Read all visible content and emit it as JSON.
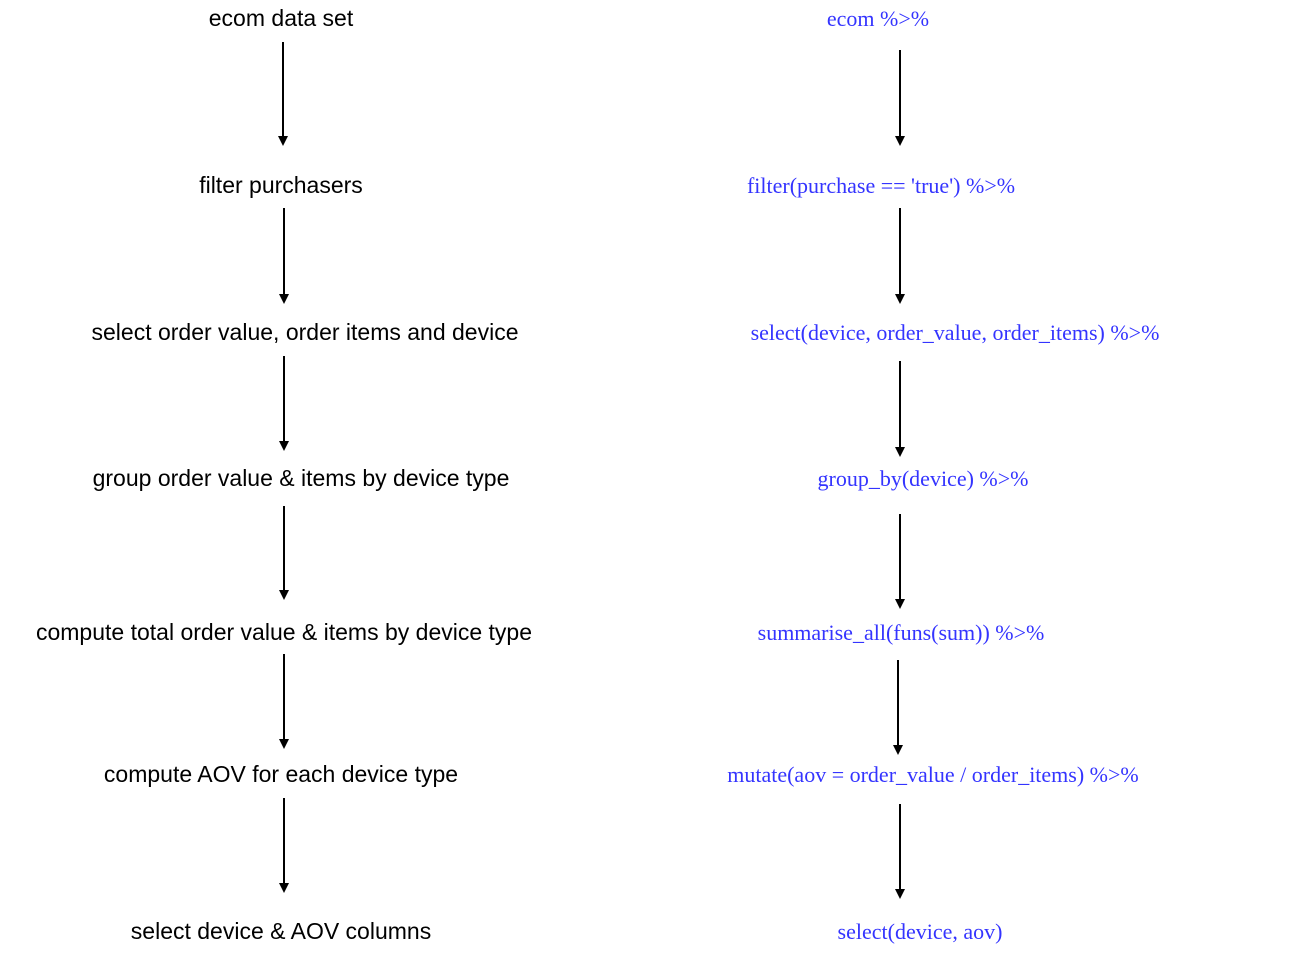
{
  "steps": [
    {
      "description": "ecom data set",
      "code": "ecom %>%"
    },
    {
      "description": "filter purchasers",
      "code": "filter(purchase == 'true') %>%"
    },
    {
      "description": "select order value, order items and device",
      "code": "select(device, order_value, order_items) %>%"
    },
    {
      "description": "group order value & items by device type",
      "code": "group_by(device) %>%"
    },
    {
      "description": "compute total order value & items by device type",
      "code": "summarise_all(funs(sum)) %>%"
    },
    {
      "description": "compute AOV for each device type",
      "code": "mutate(aov = order_value / order_items) %>%"
    },
    {
      "description": "select device & AOV columns",
      "code": "select(device, aov)"
    }
  ],
  "colors": {
    "description_text": "#000000",
    "code_text": "#3434ff",
    "arrow": "#000000"
  }
}
